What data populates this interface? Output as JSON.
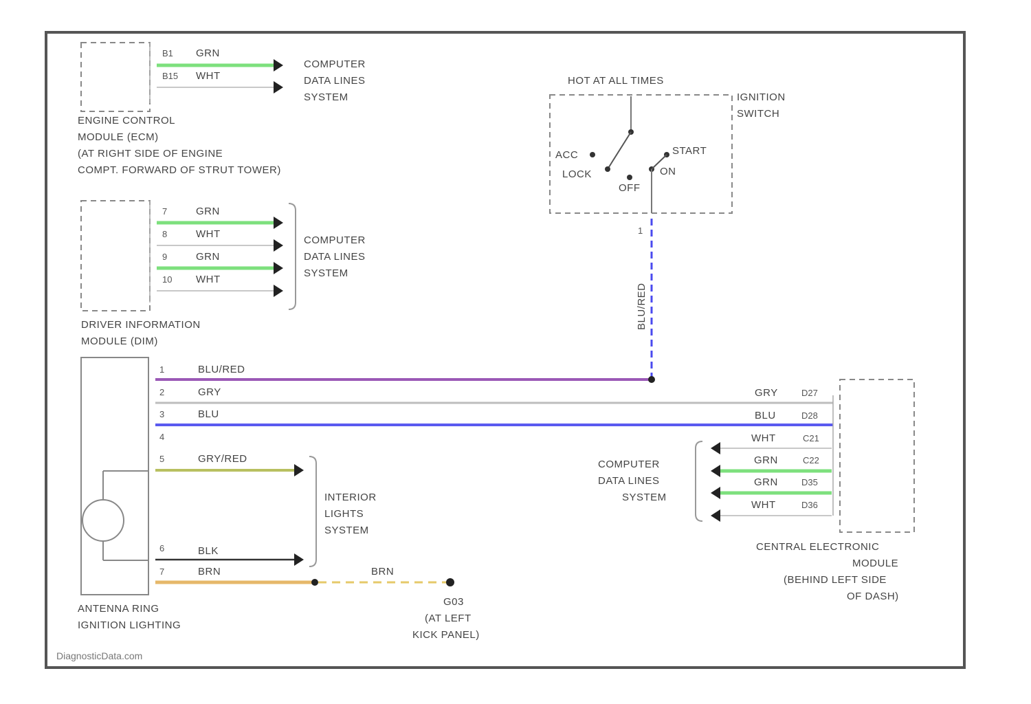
{
  "colors": {
    "grn": "#7de07d",
    "wht": "#c8c8c8",
    "blu_red": "#9b59b6",
    "gry": "#bdbdbd",
    "blu": "#5a5af0",
    "gry_red": "#b8c060",
    "blk": "#333333",
    "brn": "#e6b86a",
    "blu_red_vertical": "#4a4aef"
  },
  "ecm": {
    "wires": [
      {
        "pin": "B1",
        "color": "GRN"
      },
      {
        "pin": "B15",
        "color": "WHT"
      }
    ],
    "dest": [
      "COMPUTER",
      "DATA LINES",
      "SYSTEM"
    ],
    "label": [
      "ENGINE CONTROL",
      "MODULE (ECM)",
      "(AT RIGHT SIDE OF ENGINE",
      "COMPT. FORWARD OF STRUT TOWER)"
    ]
  },
  "dim": {
    "wires": [
      {
        "pin": "7",
        "color": "GRN"
      },
      {
        "pin": "8",
        "color": "WHT"
      },
      {
        "pin": "9",
        "color": "GRN"
      },
      {
        "pin": "10",
        "color": "WHT"
      }
    ],
    "dest": [
      "COMPUTER",
      "DATA LINES",
      "SYSTEM"
    ],
    "label": [
      "DRIVER INFORMATION",
      "MODULE (DIM)"
    ]
  },
  "ignition": {
    "hot": "HOT AT ALL TIMES",
    "title": [
      "IGNITION",
      "SWITCH"
    ],
    "positions": {
      "acc": "ACC",
      "lock": "LOCK",
      "off": "OFF",
      "start": "START",
      "on": "ON"
    },
    "pin": "1",
    "wire_color": "BLU/RED"
  },
  "antenna": {
    "wires": [
      {
        "pin": "1",
        "color": "BLU/RED"
      },
      {
        "pin": "2",
        "color": "GRY"
      },
      {
        "pin": "3",
        "color": "BLU"
      },
      {
        "pin": "4",
        "color": ""
      },
      {
        "pin": "5",
        "color": "GRY/RED"
      },
      {
        "pin": "6",
        "color": "BLK"
      },
      {
        "pin": "7",
        "color": "BRN"
      }
    ],
    "label": [
      "ANTENNA RING",
      "IGNITION LIGHTING"
    ]
  },
  "interior": {
    "dest": [
      "INTERIOR",
      "LIGHTS",
      "SYSTEM"
    ]
  },
  "ground": {
    "wire_color": "BRN",
    "label": [
      "G03",
      "(AT LEFT",
      "KICK PANEL)"
    ]
  },
  "cem": {
    "wires": [
      {
        "color": "GRY",
        "pin": "D27"
      },
      {
        "color": "BLU",
        "pin": "D28"
      },
      {
        "color": "WHT",
        "pin": "C21"
      },
      {
        "color": "GRN",
        "pin": "C22"
      },
      {
        "color": "GRN",
        "pin": "D35"
      },
      {
        "color": "WHT",
        "pin": "D36"
      }
    ],
    "dest": [
      "COMPUTER",
      "DATA LINES",
      "SYSTEM"
    ],
    "label": [
      "CENTRAL ELECTRONIC",
      "MODULE",
      "(BEHIND LEFT SIDE",
      "OF DASH)"
    ]
  },
  "footer": "DiagnosticData.com"
}
